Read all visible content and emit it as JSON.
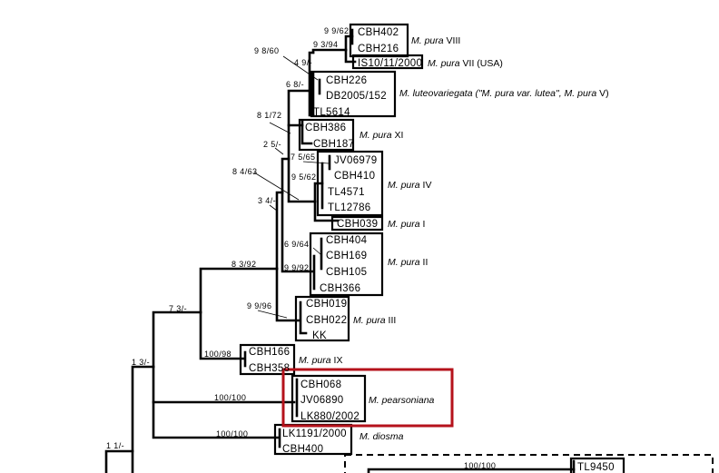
{
  "figure": {
    "type": "phylogenetic-tree",
    "highlight_color": "#b5121b"
  },
  "support_values": {
    "n_99_62": "9 9/62",
    "n_93_94": "9 3/94",
    "n_98_60": "9 8/60",
    "n_49": "4 9/-",
    "n_68": "6 8/-",
    "n_81_72": "8 1/72",
    "n_25": "2 5/-",
    "n_75_65": "7 5/65",
    "n_84_63": "8 4/63",
    "n_95_62": "9 5/62",
    "n_34": "3 4/-",
    "n_69_64": "6 9/64",
    "n_83_92": "8 3/92",
    "n_99_92": "9 9/92",
    "n_99_96": "9 9/96",
    "n_73": "7 3/-",
    "n_100_98": "100/98",
    "n_13": "1 3/-",
    "n_100_100_pearsoniana": "100/100",
    "n_100_100_diosma": "100/100",
    "n_11": "1 1/-",
    "n_100_100_tl9450": "100/100"
  },
  "clades": [
    {
      "id": "pura-viii",
      "taxa": [
        "CBH402",
        "CBH216"
      ],
      "label_italic": "M. pura",
      "label_plain": " VIII"
    },
    {
      "id": "pura-vii",
      "taxa": [
        "IS10/11/2000"
      ],
      "label_italic": "M. pura",
      "label_plain": " VII (USA)"
    },
    {
      "id": "luteovariegata",
      "taxa": [
        "CBH226",
        "DB2005/152",
        "TL5614"
      ],
      "label_italic": "M. luteovariegata (\"M. pura var. lutea\", M. pura",
      "label_plain": " V)"
    },
    {
      "id": "pura-xi",
      "taxa": [
        "CBH386",
        "CBH187"
      ],
      "label_italic": "M. pura",
      "label_plain": " XI"
    },
    {
      "id": "pura-iv",
      "taxa": [
        "JV06979",
        "CBH410",
        "TL4571",
        "TL12786"
      ],
      "label_italic": "M. pura",
      "label_plain": " IV"
    },
    {
      "id": "pura-i",
      "taxa": [
        "CBH039"
      ],
      "label_italic": "M. pura",
      "label_plain": " I"
    },
    {
      "id": "pura-ii",
      "taxa": [
        "CBH404",
        "CBH169",
        "CBH105",
        "CBH366"
      ],
      "label_italic": "M. pura",
      "label_plain": " II"
    },
    {
      "id": "pura-iii",
      "taxa": [
        "CBH019",
        "CBH022",
        "KK"
      ],
      "label_italic": "M. pura",
      "label_plain": " III"
    },
    {
      "id": "pura-ix",
      "taxa": [
        "CBH166",
        "CBH358"
      ],
      "label_italic": "M. pura",
      "label_plain": " IX"
    },
    {
      "id": "pearsoniana",
      "taxa": [
        "CBH068",
        "JV06890",
        "LK880/2002"
      ],
      "label_italic": "M. pearsoniana",
      "label_plain": "",
      "highlighted": true
    },
    {
      "id": "diosma",
      "taxa": [
        "LK1191/2000",
        "CBH400"
      ],
      "label_italic": "M. diosma",
      "label_plain": ""
    },
    {
      "id": "tl9450",
      "taxa": [
        "TL9450"
      ],
      "label_italic": "",
      "label_plain": ""
    }
  ]
}
